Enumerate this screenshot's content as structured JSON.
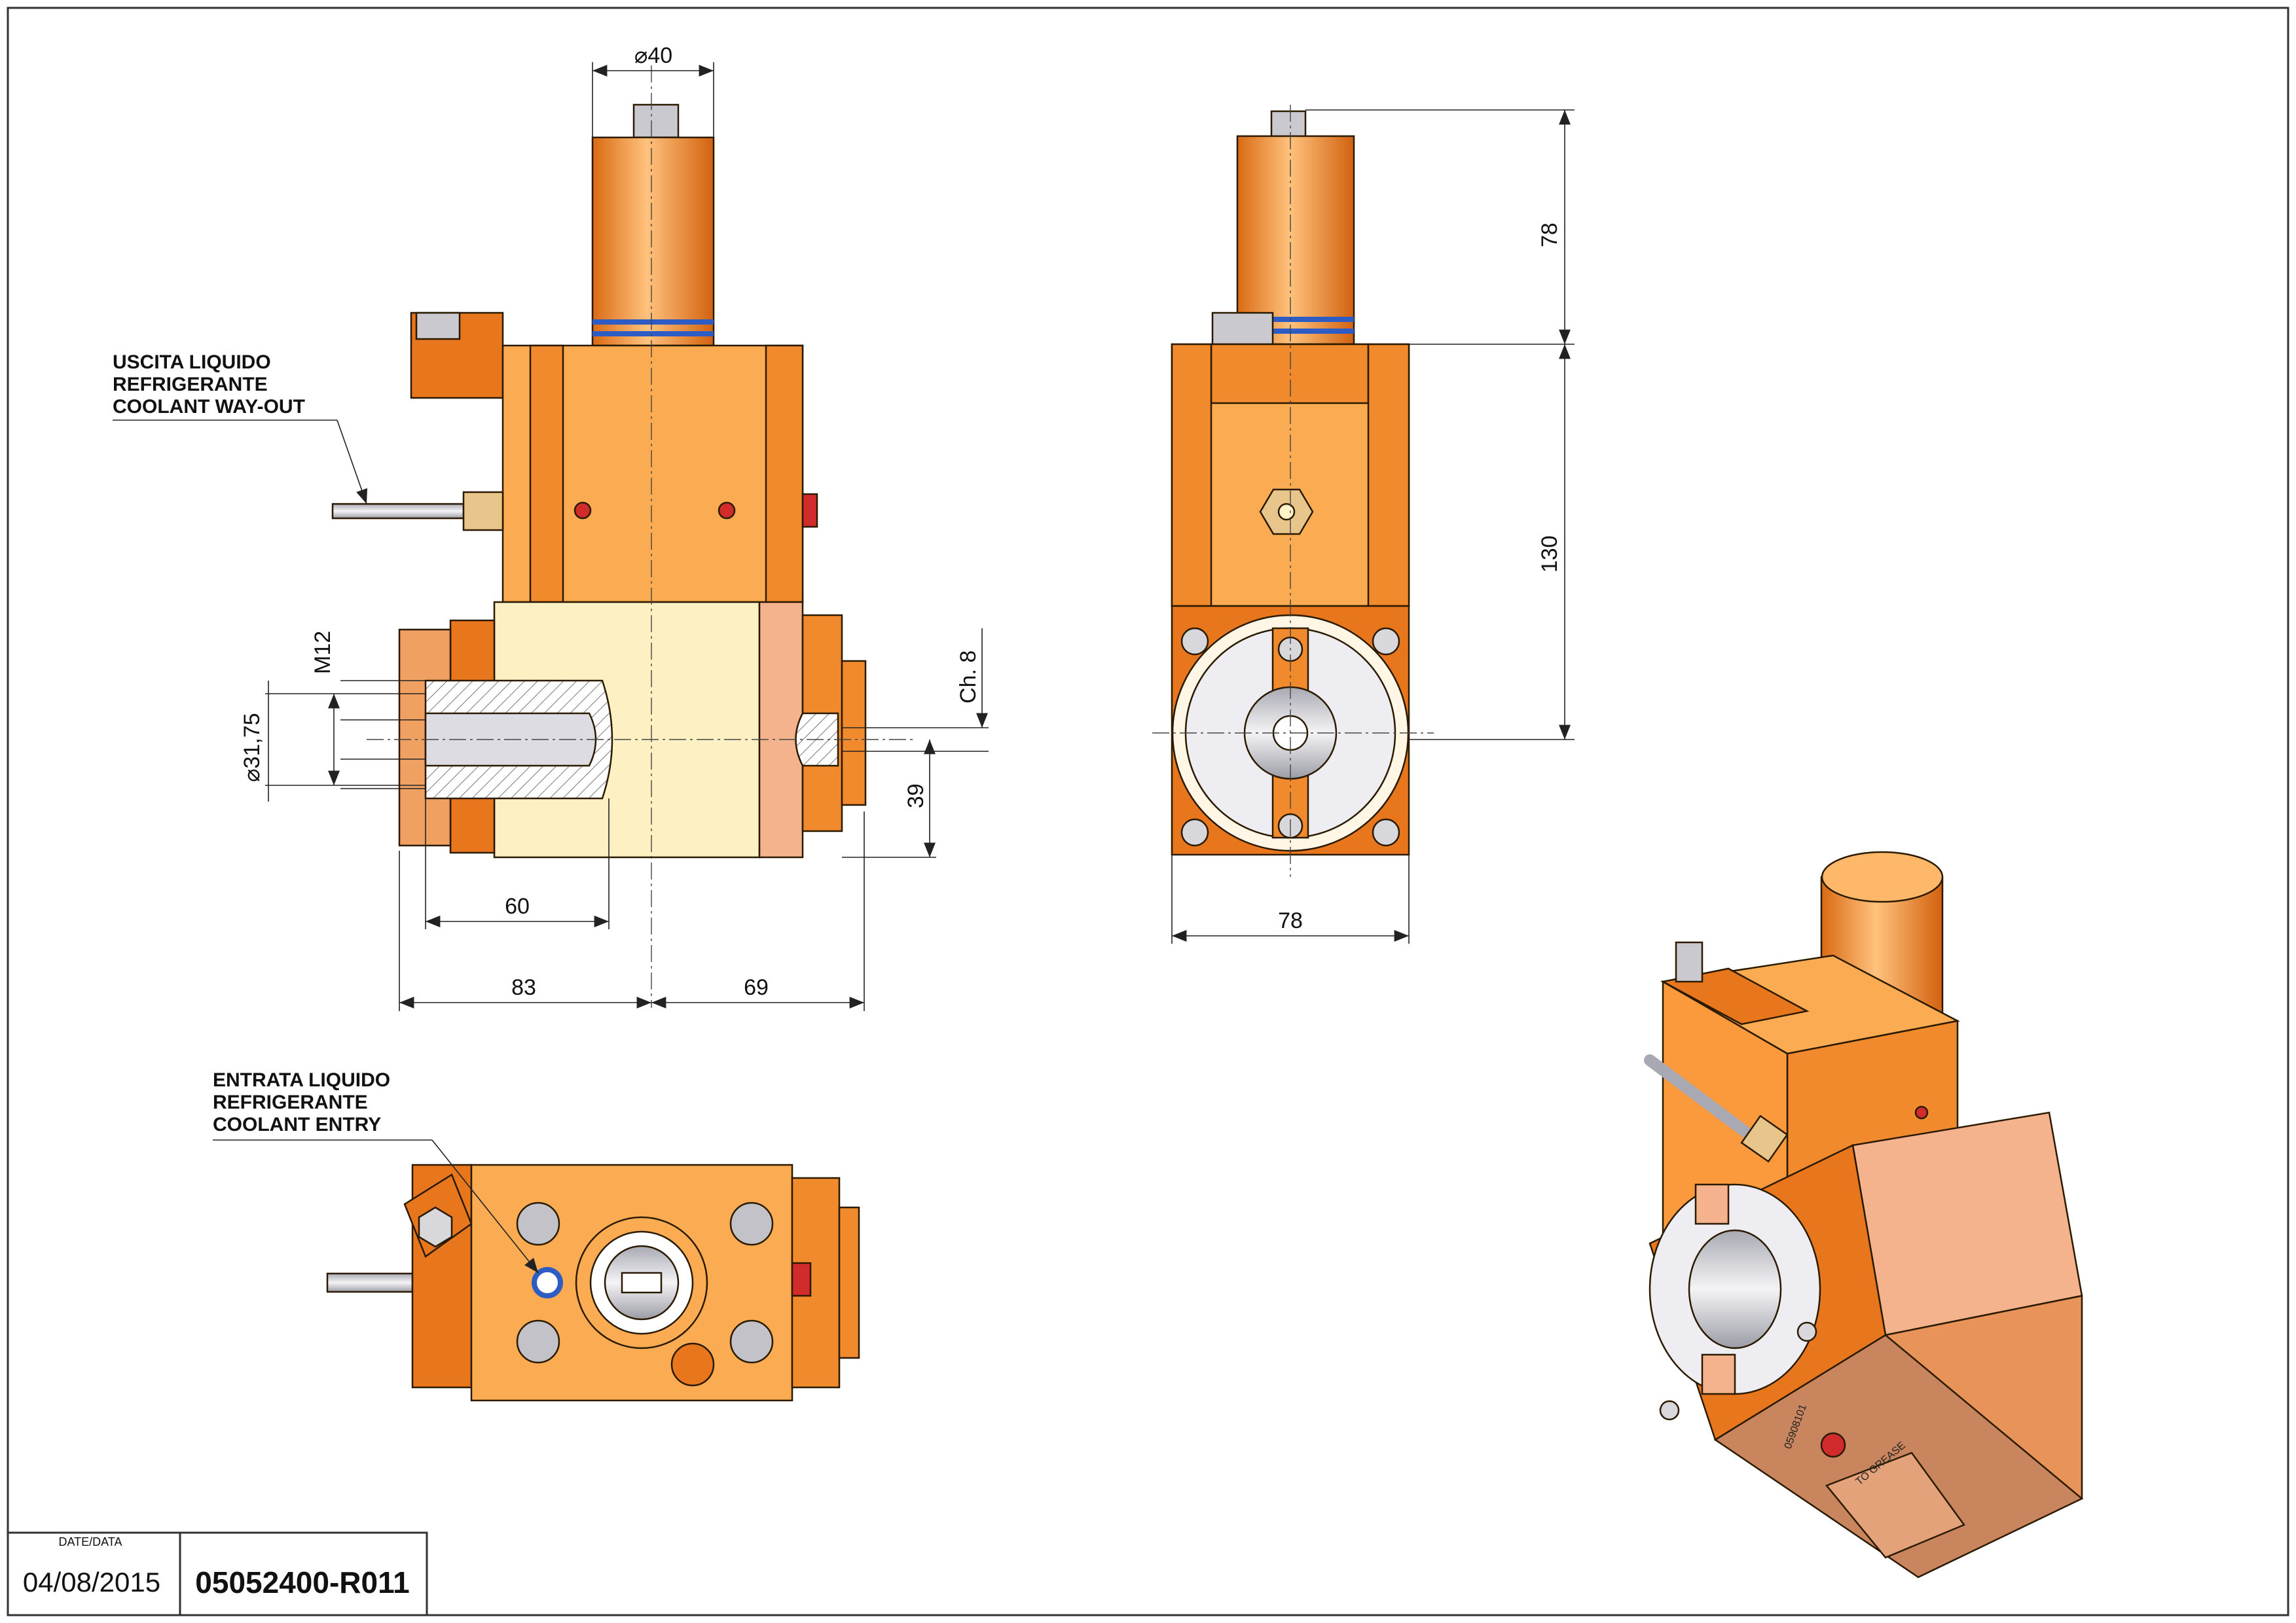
{
  "drawing": {
    "dimensions": {
      "front_top_diameter": "⌀40",
      "side_top_height": "78",
      "side_body_height": "130",
      "side_width": "78",
      "thread": "M12",
      "collet_diameter": "⌀31,75",
      "flat": "Ch. 8",
      "spindle_offset": "39",
      "collet_depth": "60",
      "left_length": "83",
      "right_length": "69"
    },
    "notes": {
      "coolant_out": [
        "USCITA LIQUIDO",
        "REFRIGERANTE",
        "COOLANT WAY-OUT"
      ],
      "coolant_in": [
        "ENTRATA LIQUIDO",
        "REFRIGERANTE",
        "COOLANT ENTRY"
      ]
    },
    "part_markings": {
      "serial": "05908101",
      "grease": "TO GREASE"
    }
  },
  "title_block": {
    "date_label": "DATE/DATA",
    "date": "04/08/2015",
    "code": "05052400-R011"
  },
  "colors": {
    "orange": "#fb9a3c",
    "orange_dark": "#e4741a",
    "cream": "#fdf1c4",
    "copper": "#f4b38c",
    "steel": "#d7d7dc",
    "line": "#2a1a00"
  }
}
